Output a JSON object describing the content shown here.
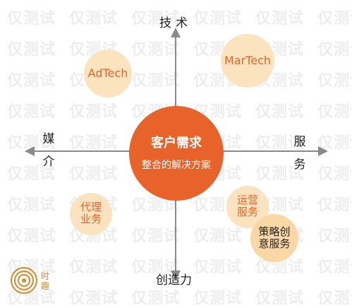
{
  "axes": {
    "top": "技术",
    "bottom": "创造力",
    "left": [
      "媒",
      "介"
    ],
    "right": [
      "服",
      "务"
    ]
  },
  "center": {
    "title": "客户需求",
    "subtitle": "整合的解决方案"
  },
  "bubbles": {
    "adtech": "AdTech",
    "martech": "MarTech",
    "agency": [
      "代理",
      "业务"
    ],
    "operations": [
      "运营",
      "服务"
    ],
    "strategy": [
      "策略创",
      "意服务"
    ]
  },
  "logo": {
    "text": [
      "时",
      "趣"
    ]
  },
  "watermark": "仅测试",
  "colors": {
    "axis": "#8a8a8a",
    "center": "#e8632a",
    "bubble_light": "#fbe3bf",
    "bubble_strategy": "#fad8a6",
    "accent_text": "#e8632a",
    "logo": "#d8892a"
  }
}
